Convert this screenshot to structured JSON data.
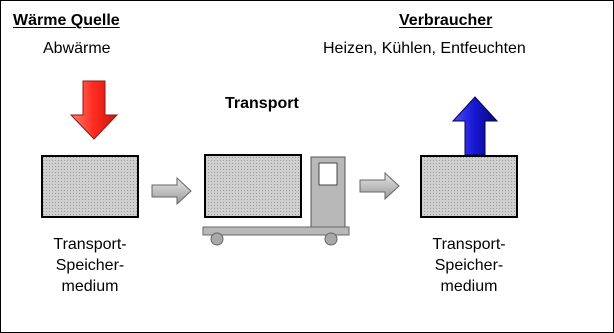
{
  "source": {
    "title": "Wärme Quelle",
    "subtitle": "Abwärme",
    "arrow_color": "#ff3b30"
  },
  "consumer": {
    "title": "Verbraucher",
    "subtitle": "Heizen, Kühlen, Entfeuchten",
    "arrow_color": "#1f1fd0"
  },
  "transport": {
    "title": "Transport"
  },
  "storage_medium": {
    "left_lines": [
      "Transport-",
      "Speicher-",
      "medium"
    ],
    "right_lines": [
      "Transport-",
      "Speicher-",
      "medium"
    ]
  },
  "colors": {
    "box_fill": "#c8c8c8",
    "box_stroke": "#000000",
    "truck_fill": "#b8b8b8",
    "flow_arrow_fill": "#c8c8c8"
  }
}
